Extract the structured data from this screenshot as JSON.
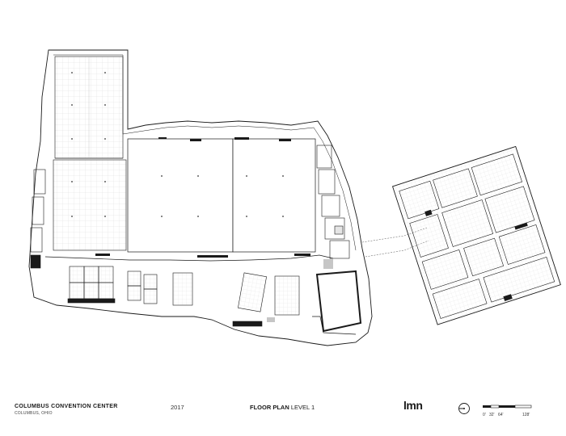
{
  "project": {
    "name": "COLUMBUS CONVENTION CENTER",
    "city": "COLUMBUS, OHIO"
  },
  "year": "2017",
  "sheet": {
    "title_bold": "FLOOR PLAN",
    "title_rest": "LEVEL 1"
  },
  "logo": "lmn",
  "scale": {
    "ticks": [
      "0'",
      "32'",
      "64'",
      "128'"
    ]
  },
  "icons": {
    "north_arrow": "north-arrow-icon",
    "scale_bar": "scale-bar-icon"
  },
  "colors": {
    "linework": "#1a1a1a",
    "background": "#ffffff",
    "grid": "#bdbdbd"
  }
}
